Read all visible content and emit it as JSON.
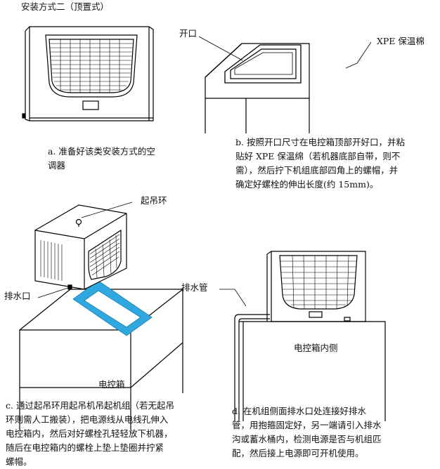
{
  "heading": "安装方式二（顶置式）",
  "panel_a": {
    "caption_lines": [
      "a. 准备好该类安装方式的空",
      "调器"
    ]
  },
  "panel_b": {
    "label_opening": "开口",
    "label_xpe": "XPE 保温棉",
    "caption_lines": [
      "b. 按照开口尺寸在电控箱顶部开好口，并粘",
      "贴好 XPE 保温绵（若机器底部自带，则不",
      "需），然后拧下机组底部四角上的螺帽，并",
      "确定好螺栓的伸出长度(约 15mm)。"
    ]
  },
  "panel_c": {
    "label_lifting_ring": "起吊环",
    "label_drain_port": "排水口",
    "label_cabinet": "电控箱",
    "accent_color": "#2fa8e0",
    "caption_lines": [
      "c. 通过起吊环用起吊机吊起机组（若无起吊",
      "环则需人工搬装），把电源线从电线孔伸入",
      "电控箱内，然后对好螺栓孔轻轻放下机器，",
      "随后在电控箱内的螺栓上垫上垫圈并拧紧",
      "螺帽。"
    ]
  },
  "panel_d": {
    "label_drain_pipe": "排水管",
    "label_cabinet_inside": "电控箱内侧",
    "caption_lines": [
      "d. 在机组侧面排水口处连接好排水",
      "管，用抱箍固定好，另一端请引入排水",
      "沟或蓄水桶内，检测电源是否与机组匹",
      "配，然后接上电源即可开机使用。"
    ]
  }
}
